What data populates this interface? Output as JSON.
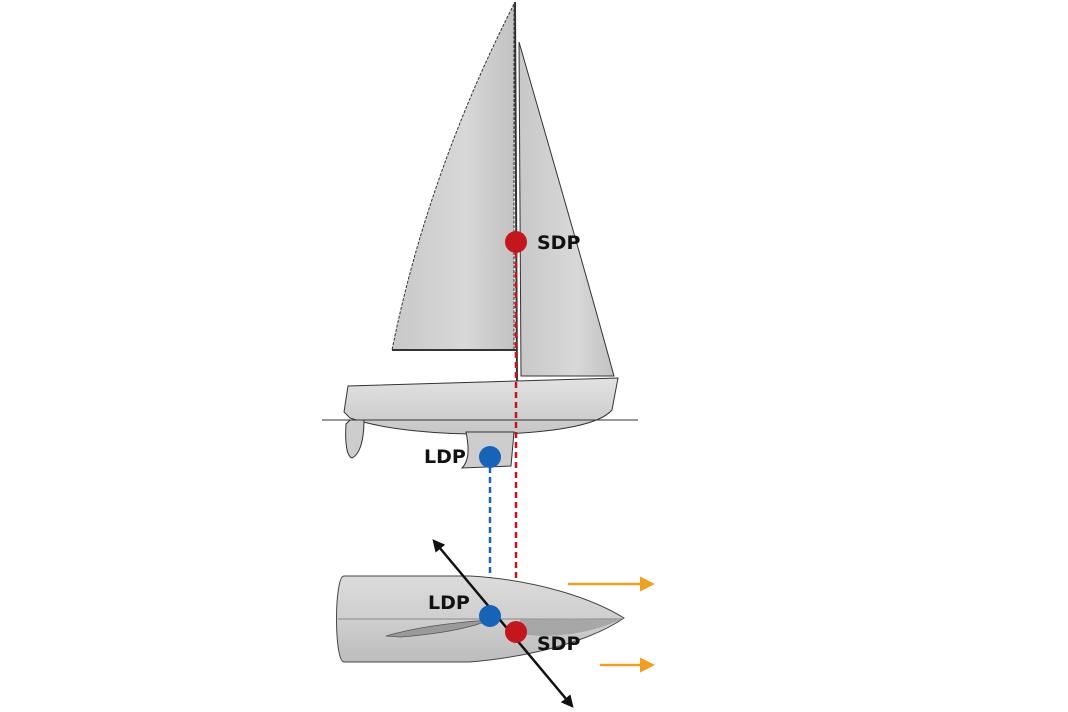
{
  "labels": {
    "side_sdp": "SDP",
    "side_ldp": "LDP",
    "top_ldp": "LDP",
    "top_sdp": "SDP"
  },
  "colors": {
    "sdp_point": "#c4161c",
    "ldp_point": "#1564b8",
    "wind_arrow": "#f0a01e",
    "force_arrow": "#111111",
    "sail_fill": "#cfcfcf",
    "hull_fill": "#d6d6d6",
    "outline": "#333333"
  }
}
